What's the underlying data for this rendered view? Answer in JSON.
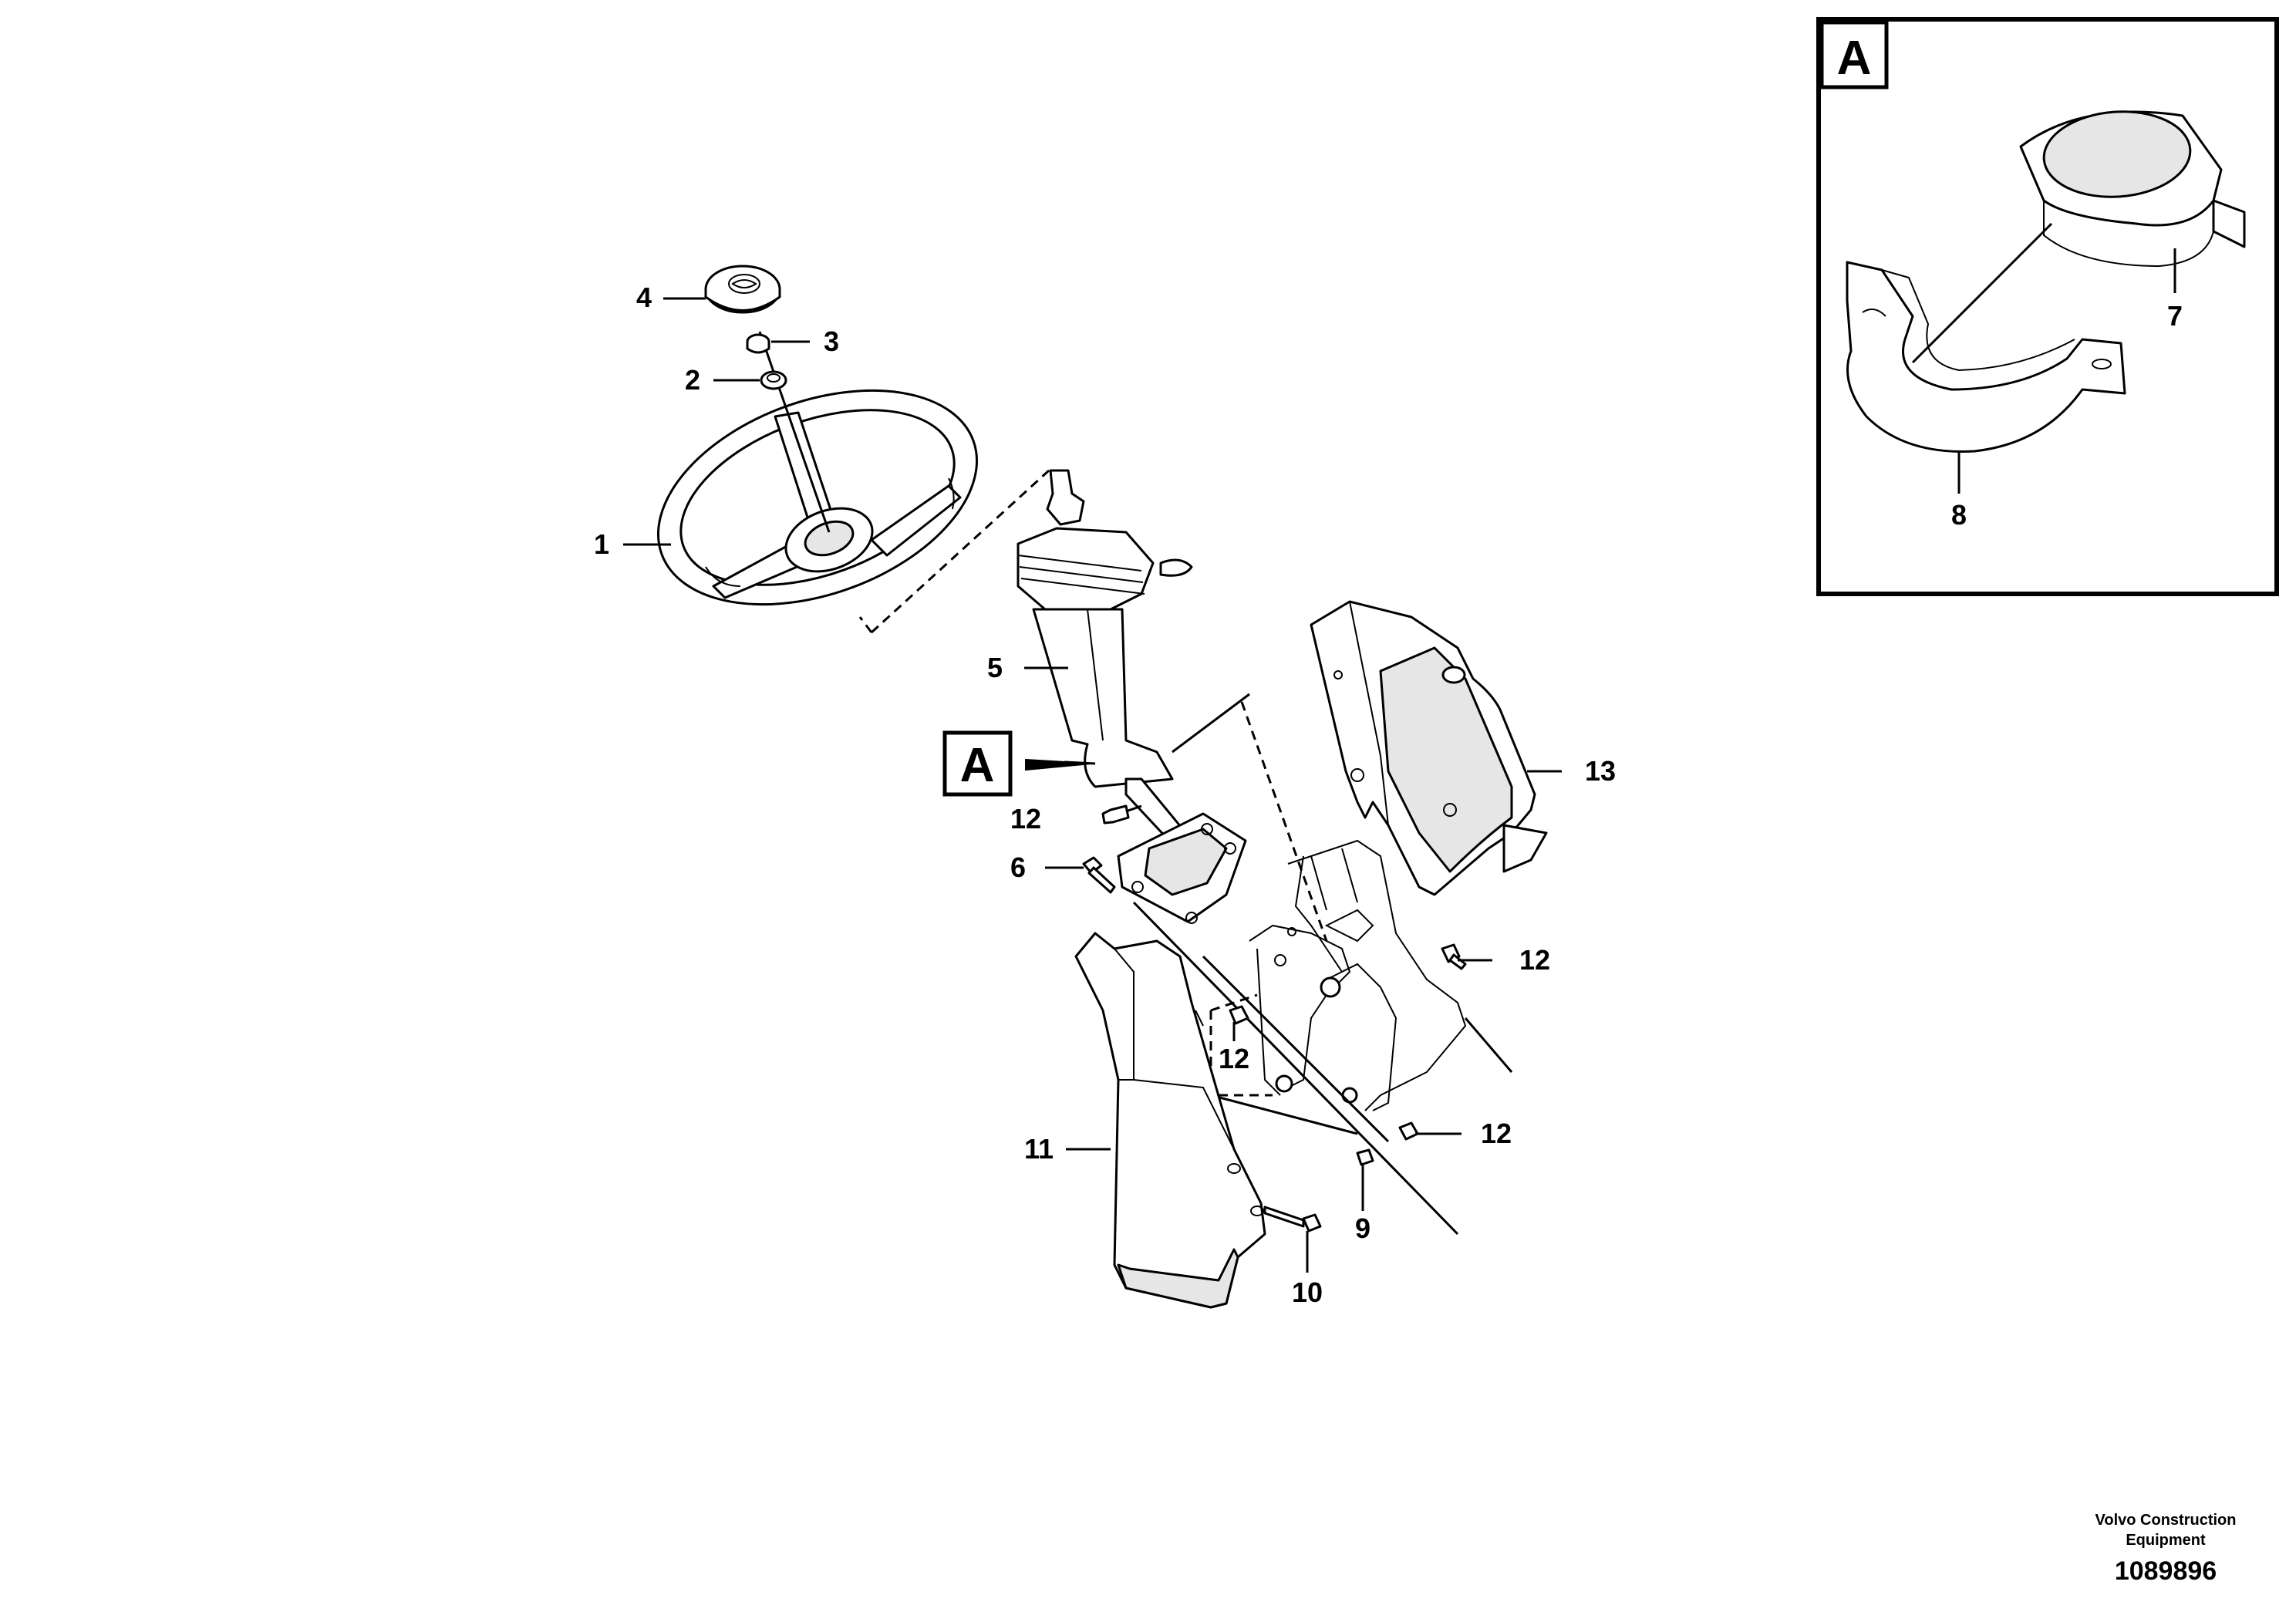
{
  "callouts": {
    "c1": "1",
    "c2": "2",
    "c3": "3",
    "c4": "4",
    "c5": "5",
    "c6": "6",
    "c7": "7",
    "c8": "8",
    "c9": "9",
    "c10": "10",
    "c11": "11",
    "c12a": "12",
    "c12b": "12",
    "c12c": "12",
    "c12d": "12",
    "c13": "13"
  },
  "detail_ref": {
    "marker_label": "A",
    "inset_label": "A"
  },
  "footer": {
    "company_line1": "Volvo Construction",
    "company_line2": "Equipment",
    "document_number": "1089896"
  }
}
